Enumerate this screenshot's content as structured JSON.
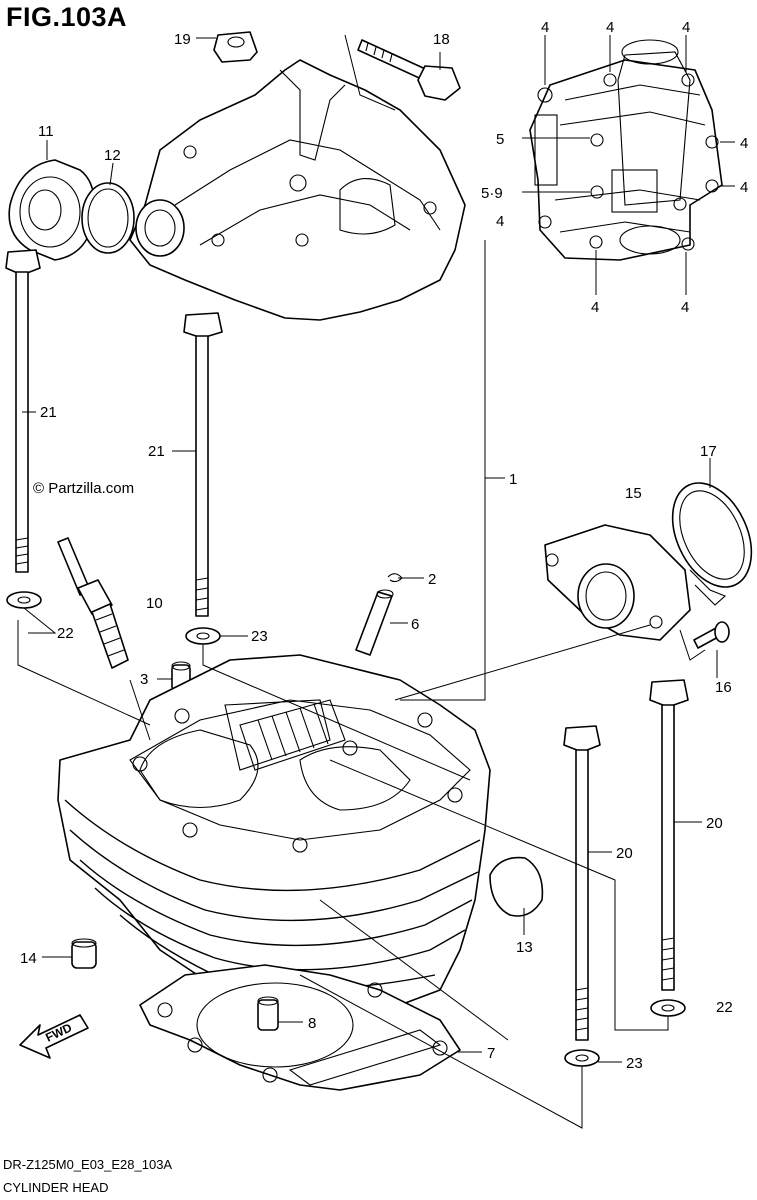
{
  "figure": {
    "title": "FIG.103A",
    "code": "DR-Z125M0_E03_E28_103A",
    "caption": "CYLINDER HEAD",
    "watermark": "© Partzilla.com",
    "fwd_label": "FWD"
  },
  "callouts": [
    {
      "id": "c19",
      "text": "19"
    },
    {
      "id": "c18",
      "text": "18"
    },
    {
      "id": "c11",
      "text": "11"
    },
    {
      "id": "c12",
      "text": "12"
    },
    {
      "id": "c21a",
      "text": "21"
    },
    {
      "id": "c21b",
      "text": "21"
    },
    {
      "id": "c10",
      "text": "10"
    },
    {
      "id": "c22a",
      "text": "22"
    },
    {
      "id": "c23a",
      "text": "23"
    },
    {
      "id": "c3",
      "text": "3"
    },
    {
      "id": "c2",
      "text": "2"
    },
    {
      "id": "c6",
      "text": "6"
    },
    {
      "id": "c1",
      "text": "1"
    },
    {
      "id": "c15",
      "text": "15"
    },
    {
      "id": "c17",
      "text": "17"
    },
    {
      "id": "c16",
      "text": "16"
    },
    {
      "id": "c20a",
      "text": "20"
    },
    {
      "id": "c20b",
      "text": "20"
    },
    {
      "id": "c13",
      "text": "13"
    },
    {
      "id": "c14",
      "text": "14"
    },
    {
      "id": "c8",
      "text": "8"
    },
    {
      "id": "c7",
      "text": "7"
    },
    {
      "id": "c23b",
      "text": "23"
    },
    {
      "id": "c22b",
      "text": "22"
    },
    {
      "id": "c4a",
      "text": "4"
    },
    {
      "id": "c4b",
      "text": "4"
    },
    {
      "id": "c4c",
      "text": "4"
    },
    {
      "id": "c4d",
      "text": "4"
    },
    {
      "id": "c4e",
      "text": "4"
    },
    {
      "id": "c4f",
      "text": "4"
    },
    {
      "id": "c4g",
      "text": "4"
    },
    {
      "id": "c4h",
      "text": "4"
    },
    {
      "id": "c5",
      "text": "5"
    },
    {
      "id": "c59",
      "text": "5·9"
    }
  ]
}
